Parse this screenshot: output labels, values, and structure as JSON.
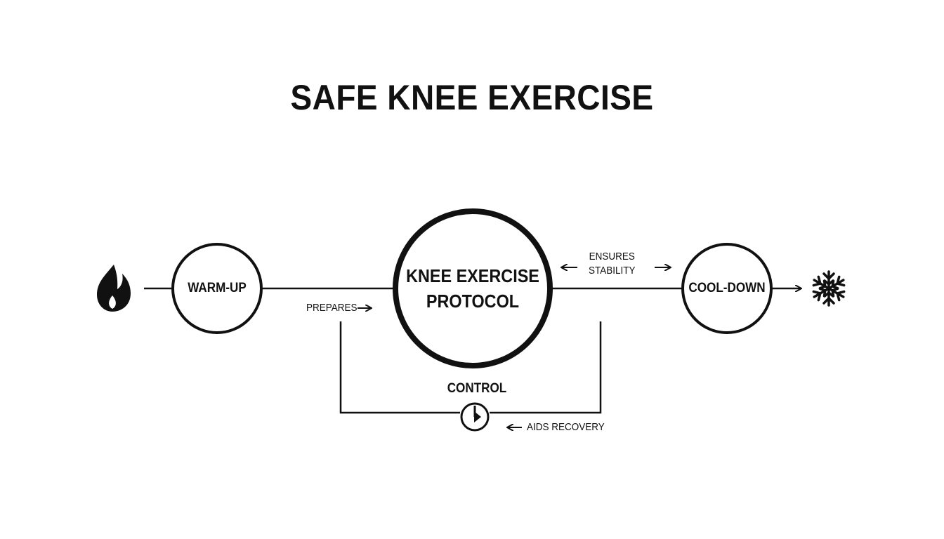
{
  "title": "SAFE KNEE EXERCISE",
  "nodes": {
    "warm_up": "WARM-UP",
    "protocol_line1": "KNEE EXERCISE",
    "protocol_line2": "PROTOCOL",
    "cool_down": "COOL-DOWN"
  },
  "edges": {
    "prepares": "PREPARES",
    "ensures_line1": "ENSURES",
    "ensures_line2": "STABILITY",
    "control": "CONTROL",
    "aids_recovery": "AIDS RECOVERY"
  },
  "icons": {
    "start": "flame-icon",
    "end": "snowflake-icon",
    "control": "timer-icon"
  },
  "colors": {
    "stroke": "#111111",
    "background": "#ffffff"
  }
}
